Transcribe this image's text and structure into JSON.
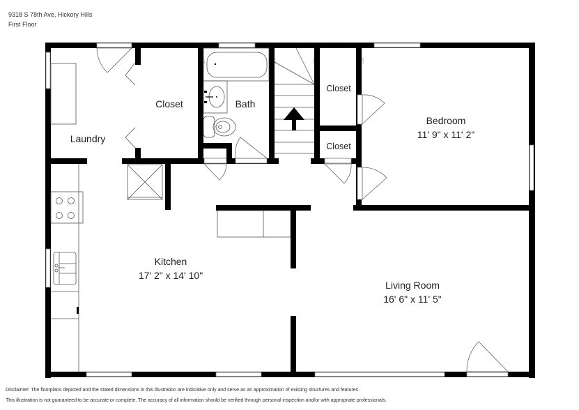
{
  "header": {
    "address": "9318 S 78th Ave, Hickory Hills",
    "floor": "First Floor"
  },
  "rooms": {
    "laundry": {
      "name": "Laundry"
    },
    "closet_laundry": {
      "name": "Closet"
    },
    "bath": {
      "name": "Bath"
    },
    "closet_upper": {
      "name": "Closet"
    },
    "closet_lower": {
      "name": "Closet"
    },
    "bedroom": {
      "name": "Bedroom",
      "dimensions": "11' 9\" x 11' 2\""
    },
    "kitchen": {
      "name": "Kitchen",
      "dimensions": "17' 2\" x 14' 10\""
    },
    "living_room": {
      "name": "Living Room",
      "dimensions": "16' 6\" x 11' 5\""
    }
  },
  "fixtures": {
    "stairs_arrow": "arrow-up-icon",
    "stove": "stove-icon",
    "sink": "kitchen-sink-icon",
    "tub": "bathtub-icon",
    "toilet": "toilet-icon",
    "lavatory": "bathroom-sink-icon"
  },
  "colors": {
    "wall": "#000000",
    "background": "#ffffff",
    "fixture_line": "#555555"
  },
  "disclaimer": {
    "line1": "Disclaimer: The floorplans depicted and the stated dimensions in this illustration are indicative only and serve as an approximation of existing structures and features.",
    "line2": "This illustration is not guaranteed to be accurate or complete. The accuracy of all information should be verified through personal inspection and/or with appropriate professionals."
  }
}
